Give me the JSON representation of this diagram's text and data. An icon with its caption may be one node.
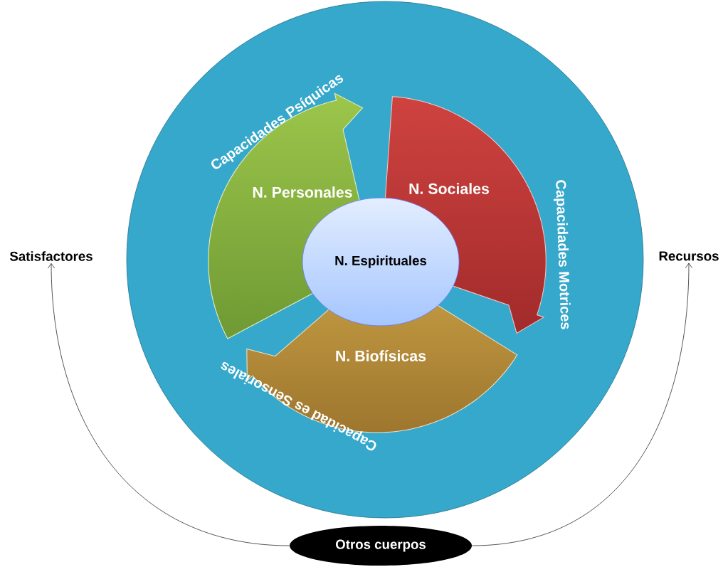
{
  "diagram": {
    "nodes": [
      {
        "text": [],
        "shape": "circle"
      },
      {
        "text": [
          "N. Personales",
          "Capacidades Psíquicas"
        ],
        "in": 0
      },
      {
        "text": [
          "N. Sociales",
          "Capacidades Motrices"
        ],
        "in": 0
      },
      {
        "text": [
          "N. Biofísicas",
          "Capacidad es Sensoriales"
        ],
        "in": 0
      },
      {
        "text": [
          "N. Espirituales"
        ],
        "in": 0
      },
      {
        "text": [
          "Otros cuerpos"
        ]
      },
      {
        "text": [
          "Satisfactores"
        ]
      },
      {
        "text": [
          "Recursos"
        ]
      }
    ],
    "edges": [
      {
        "from": 5,
        "to": 6,
        "arrow": "to"
      },
      {
        "from": 5,
        "to": 7,
        "arrow": "to"
      }
    ]
  }
}
